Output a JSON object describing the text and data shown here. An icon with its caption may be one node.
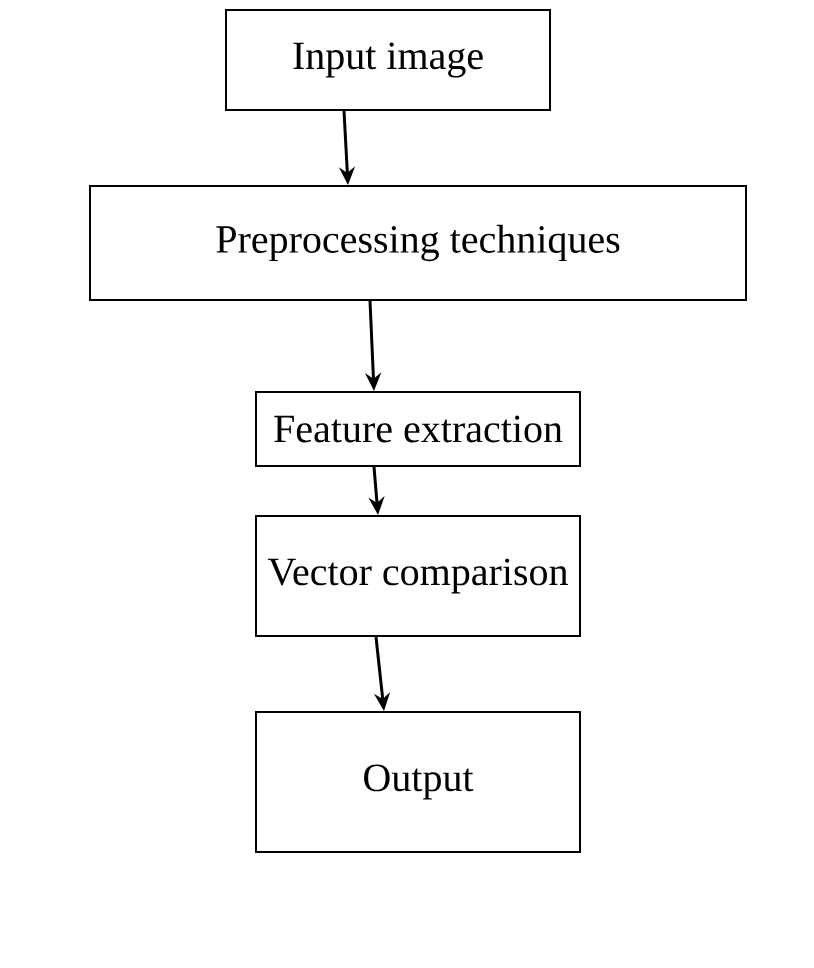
{
  "diagram": {
    "nodes": [
      {
        "text": [
          "Input image"
        ]
      },
      {
        "text": [
          "Preprocessing techniques"
        ]
      },
      {
        "text": [
          "Feature extraction"
        ]
      },
      {
        "text": [
          "Vector comparison"
        ]
      },
      {
        "text": [
          "Output"
        ]
      }
    ],
    "edges": [
      {
        "from": 0,
        "to": 1,
        "arrow": "to"
      },
      {
        "from": 1,
        "to": 2,
        "arrow": "to"
      },
      {
        "from": 2,
        "to": 3,
        "arrow": "to"
      },
      {
        "from": 3,
        "to": 4,
        "arrow": "to"
      }
    ]
  }
}
